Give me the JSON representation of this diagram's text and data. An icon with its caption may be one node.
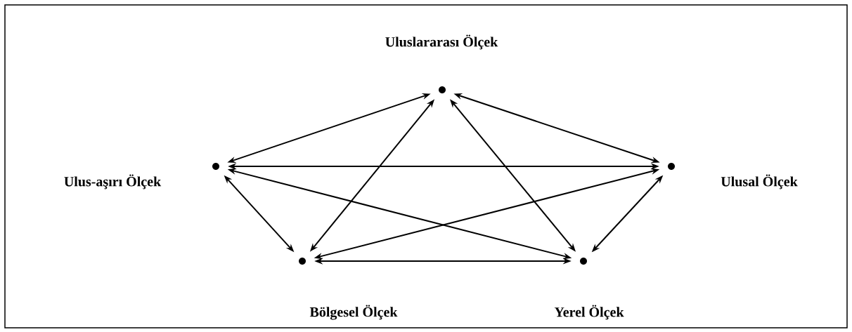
{
  "diagram": {
    "nodes": [
      {
        "text": [],
        "shape": "circle",
        "beside": [
          "Uluslararası Ölçek"
        ]
      },
      {
        "text": [],
        "shape": "circle",
        "beside": [
          "Ulus-aşırı Ölçek"
        ]
      },
      {
        "text": [],
        "shape": "circle",
        "beside": [
          "Ulusal Ölçek"
        ]
      },
      {
        "text": [],
        "shape": "circle",
        "beside": [
          "Bölgesel Ölçek"
        ]
      },
      {
        "text": [],
        "shape": "circle",
        "beside": [
          "Yerel Ölçek"
        ]
      }
    ],
    "edges": [
      {
        "from": 0,
        "to": 1,
        "arrow": "both"
      },
      {
        "from": 0,
        "to": 2,
        "arrow": "both"
      },
      {
        "from": 0,
        "to": 3,
        "arrow": "both"
      },
      {
        "from": 0,
        "to": 4,
        "arrow": "both"
      },
      {
        "from": 1,
        "to": 2,
        "arrow": "both"
      },
      {
        "from": 1,
        "to": 3,
        "arrow": "both"
      },
      {
        "from": 1,
        "to": 4,
        "arrow": "both"
      },
      {
        "from": 3,
        "to": 2,
        "arrow": "both"
      },
      {
        "from": 3,
        "to": 4,
        "arrow": "both"
      },
      {
        "from": 4,
        "to": 2,
        "arrow": "both"
      }
    ]
  }
}
